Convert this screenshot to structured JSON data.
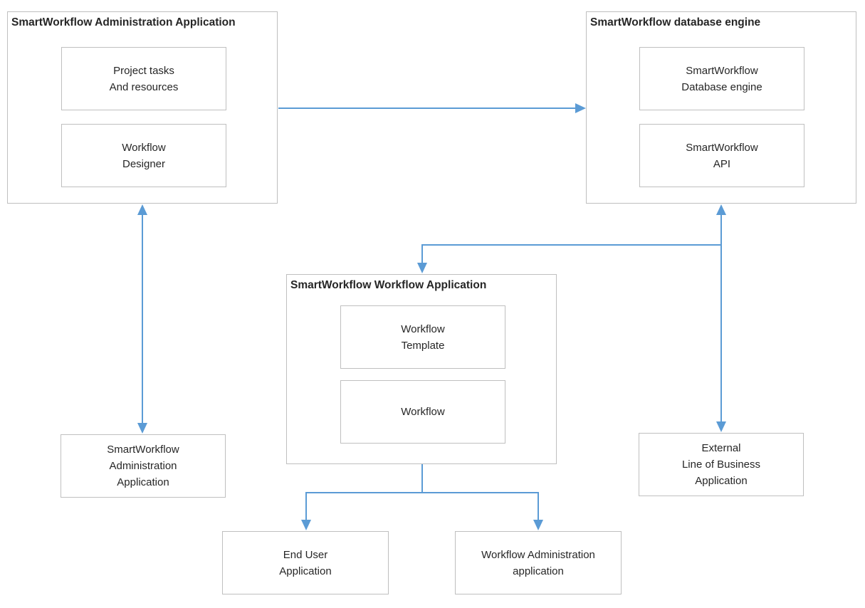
{
  "diagram": {
    "colors": {
      "connector": "#5B9BD5",
      "border": "#BFBFBF",
      "text": "#262626",
      "background": "#FFFFFF"
    },
    "groups": {
      "admin_app": {
        "title": "SmartWorkflow Administration Application",
        "boxes": {
          "project_tasks": {
            "lines": [
              "Project tasks",
              "And resources"
            ]
          },
          "workflow_designer": {
            "lines": [
              "Workflow",
              "Designer"
            ]
          }
        }
      },
      "database_engine": {
        "title": "SmartWorkflow database engine",
        "boxes": {
          "db_engine": {
            "lines": [
              "SmartWorkflow",
              "Database engine"
            ]
          },
          "api": {
            "lines": [
              "SmartWorkflow",
              "API"
            ]
          }
        }
      },
      "workflow_app": {
        "title": "SmartWorkflow Workflow Application",
        "boxes": {
          "workflow_template": {
            "lines": [
              "Workflow",
              "Template"
            ]
          },
          "workflow_instance": {
            "lines": [
              "Workflow"
            ]
          }
        }
      }
    },
    "nodes": {
      "admin_application": {
        "lines": [
          "SmartWorkflow",
          "Administration",
          "Application"
        ]
      },
      "external_lob": {
        "lines": [
          "External",
          "Line of Business",
          "Application"
        ]
      },
      "end_user": {
        "lines": [
          "End User",
          "Application"
        ]
      },
      "workflow_admin": {
        "lines": [
          "Workflow Administration",
          "application"
        ]
      }
    },
    "connectors": [
      {
        "name": "admin-app-to-db-engine",
        "type": "arrow-right"
      },
      {
        "name": "admin-app-to-admin-application",
        "type": "double-arrow-vertical"
      },
      {
        "name": "db-engine-to-external-lob",
        "type": "double-arrow-vertical"
      },
      {
        "name": "db-engine-branch-to-workflow-app",
        "type": "elbow-arrow-down"
      },
      {
        "name": "workflow-app-to-end-user-and-workflow-admin",
        "type": "tree-arrows-down"
      }
    ]
  }
}
